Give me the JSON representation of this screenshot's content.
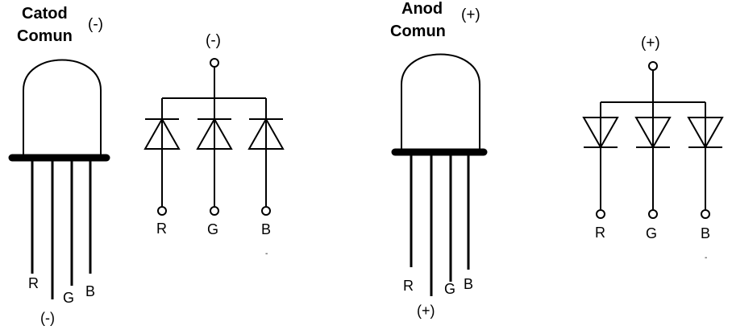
{
  "common_cathode": {
    "title_line1": "Catod",
    "title_line2": "Comun",
    "polarity": "(-)",
    "led_pins": {
      "r": "R",
      "common": "(-)",
      "g": "G",
      "b": "B"
    },
    "schematic": {
      "common_terminal": "(-)",
      "r": "R",
      "g": "G",
      "b": "B",
      "mark": "-"
    }
  },
  "common_anode": {
    "title_line1": "Anod",
    "title_line2": "Comun",
    "polarity": "(+)",
    "led_pins": {
      "r": "R",
      "common": "(+)",
      "g": "G",
      "b": "B"
    },
    "schematic": {
      "common_terminal": "(+)",
      "r": "R",
      "g": "G",
      "b": "B",
      "mark": "-"
    }
  }
}
